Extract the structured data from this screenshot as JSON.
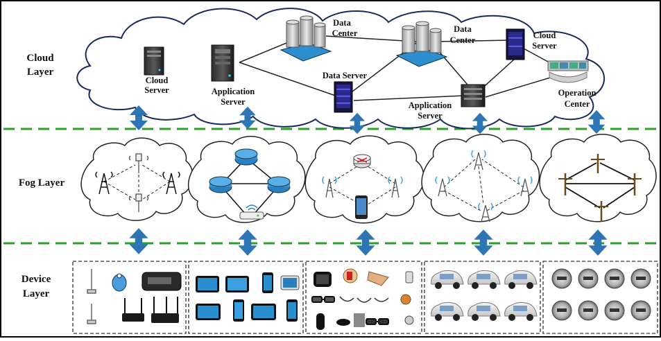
{
  "layers": {
    "cloud": {
      "line1": "Cloud",
      "line2": "Layer"
    },
    "fog": {
      "line1": "Fog Layer"
    },
    "device": {
      "line1": "Device",
      "line2": "Layer"
    }
  },
  "cloud_nodes": {
    "cloud_server_left": {
      "line1": "Cloud",
      "line2": "Server",
      "icon": "server-tower-icon"
    },
    "application_server_left": {
      "line1": "Application",
      "line2": "Server",
      "icon": "server-tower-icon"
    },
    "data_center_left": {
      "line1": "Data",
      "line2": "Center",
      "icon": "database-stack-icon"
    },
    "data_server": {
      "line1": "Data Server",
      "icon": "server-rack-icon"
    },
    "data_center_right": {
      "line1": "Data",
      "line2": "Center",
      "icon": "database-stack-icon"
    },
    "cloud_server_right": {
      "line1": "Cloud",
      "line2": "Server",
      "icon": "server-rack-icon"
    },
    "application_server_right": {
      "line1": "Application",
      "line2": "Server",
      "icon": "server-box-icon"
    },
    "operation_center": {
      "line1": "Operation",
      "line2": "Center",
      "icon": "control-room-icon"
    }
  },
  "fog_clusters": [
    {
      "name": "cell-tower-cluster",
      "icon": "cell-tower-icon"
    },
    {
      "name": "router-cluster",
      "icon": "router-icon"
    },
    {
      "name": "wifi-phone-cluster",
      "icon": "wifi-antenna-icon"
    },
    {
      "name": "wireless-tower-cluster",
      "icon": "wireless-tower-icon"
    },
    {
      "name": "power-pole-cluster",
      "icon": "utility-pole-icon"
    }
  ],
  "device_groups": [
    {
      "name": "sensors-and-gateways",
      "icon": "sensor-icon"
    },
    {
      "name": "tablets-and-phones",
      "icon": "tablet-icon"
    },
    {
      "name": "wearables",
      "icon": "wearable-icon"
    },
    {
      "name": "smart-cars",
      "icon": "car-icon"
    },
    {
      "name": "smart-meters",
      "icon": "meter-icon"
    }
  ],
  "colors": {
    "divider": "#2aa02a",
    "arrow": "#2e75b6",
    "cloud_stroke": "#1a2a5a",
    "fog_stroke": "#222222"
  }
}
